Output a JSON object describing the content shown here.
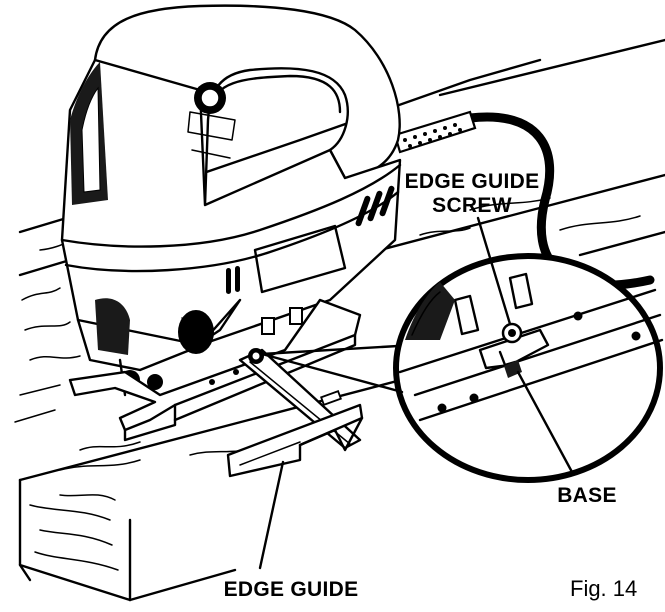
{
  "labels": {
    "edge_guide_screw": "EDGE GUIDE\nSCREW",
    "base": "BASE",
    "edge_guide": "EDGE GUIDE",
    "figure": "Fig. 14"
  }
}
